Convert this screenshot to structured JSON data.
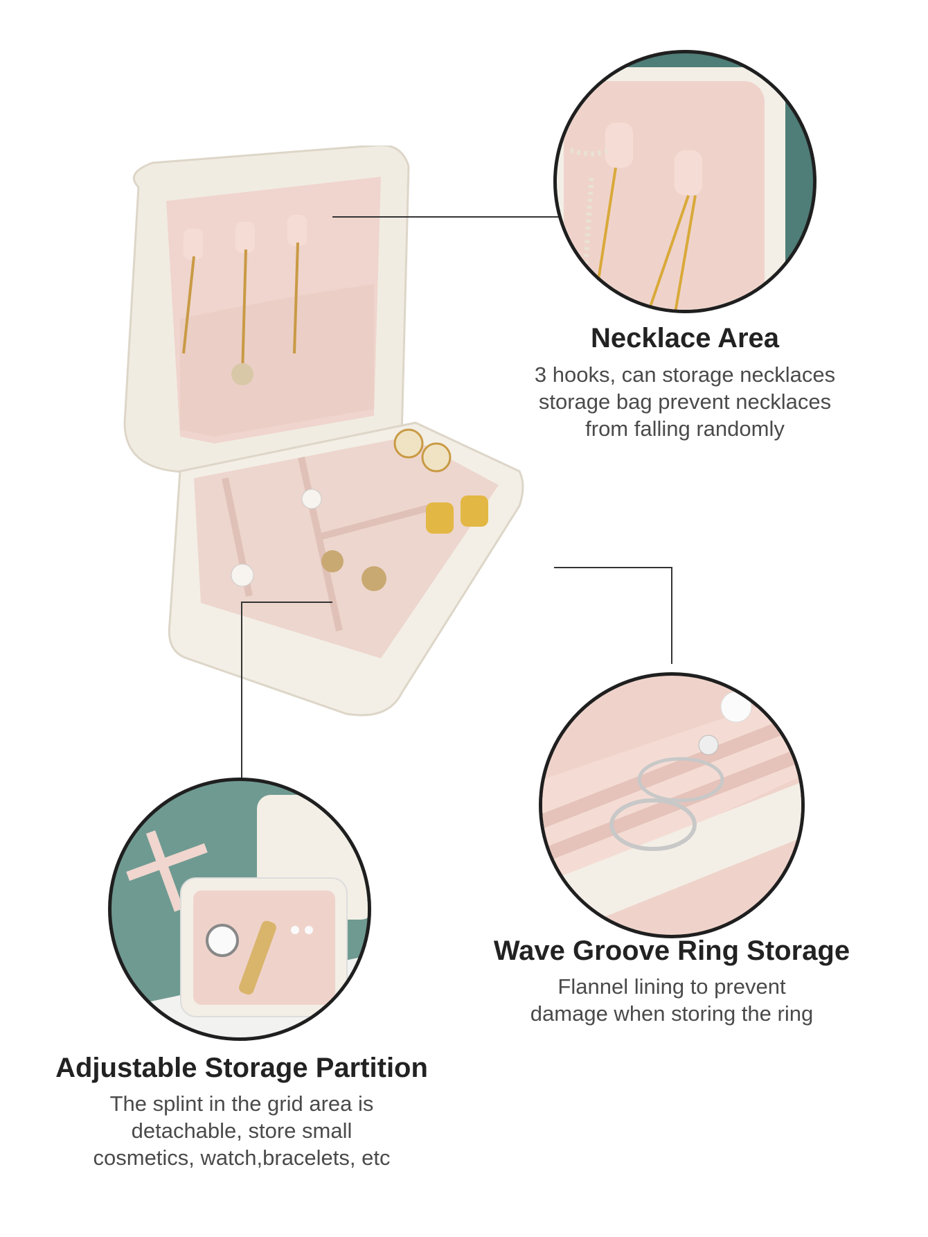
{
  "features": [
    {
      "title": "Necklace Area",
      "lines": [
        "3 hooks, can storage necklaces",
        "storage bag prevent necklaces",
        "from falling randomly"
      ]
    },
    {
      "title": "Wave Groove Ring Storage",
      "lines": [
        "Flannel lining to prevent",
        "damage when storing the ring"
      ]
    },
    {
      "title": "Adjustable Storage Partition",
      "lines": [
        "The splint in the grid area is",
        "detachable, store small",
        "cosmetics, watch,bracelets, etc"
      ]
    }
  ],
  "colors": {
    "lining": "#f1d9d2",
    "shell": "#f3efe6",
    "teal": "#6f9a92",
    "text": "#222222"
  }
}
